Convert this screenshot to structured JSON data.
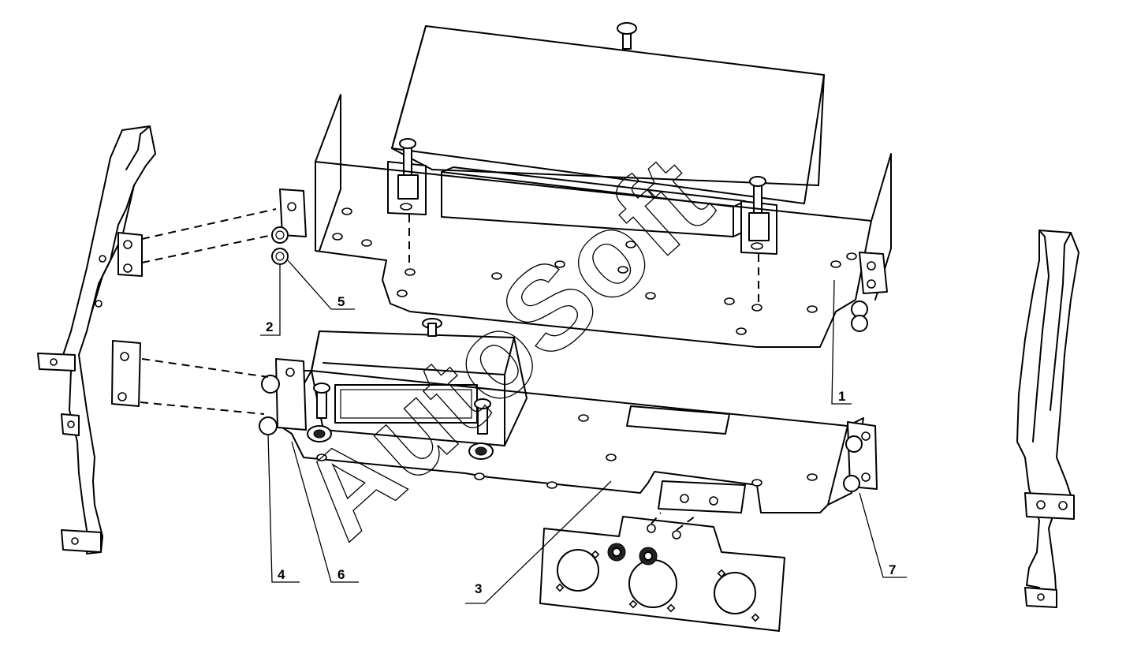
{
  "watermark": "AutoSoft",
  "callouts": {
    "c1": "1",
    "c2": "2",
    "c3": "3",
    "c4": "4",
    "c5": "5",
    "c6": "6",
    "c7": "7"
  },
  "colors": {
    "line": "#000000",
    "background": "#ffffff"
  }
}
